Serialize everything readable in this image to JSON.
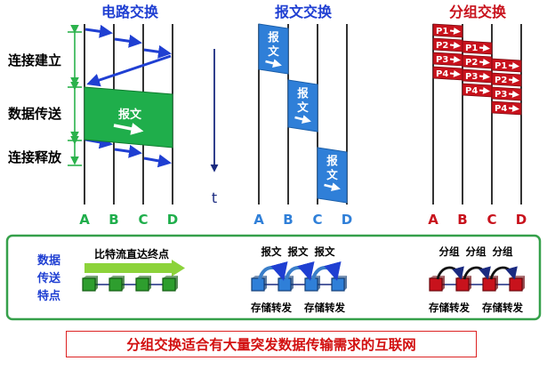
{
  "sections": {
    "circuit": {
      "title": "电路交换"
    },
    "message": {
      "title": "报文交换"
    },
    "packet": {
      "title": "分组交换"
    }
  },
  "phases": [
    "连接建立",
    "数据传送",
    "连接释放"
  ],
  "circuit_data_label": "报文",
  "time_axis_label": "t",
  "message_block_text": "报文",
  "packets": [
    "P1",
    "P2",
    "P3",
    "P4"
  ],
  "nodes": [
    "A",
    "B",
    "C",
    "D"
  ],
  "features": {
    "title": "数据传送特点",
    "title_lines": [
      "数据",
      "传送",
      "特点"
    ],
    "circuit_text": "比特流直达终点",
    "message_label": "报文",
    "packet_label": "分组",
    "store_forward": "存储转发"
  },
  "footer": "分组交换适合有大量突发数据传输需求的互联网",
  "colors": {
    "circuit": "#1fae4b",
    "message": "#2f7fd8",
    "packet": "#c8121c",
    "arrow": "#1f3fd2",
    "phase_bracket": "#2bb24c",
    "frame": "#35a04a",
    "footer": "#d21010"
  }
}
